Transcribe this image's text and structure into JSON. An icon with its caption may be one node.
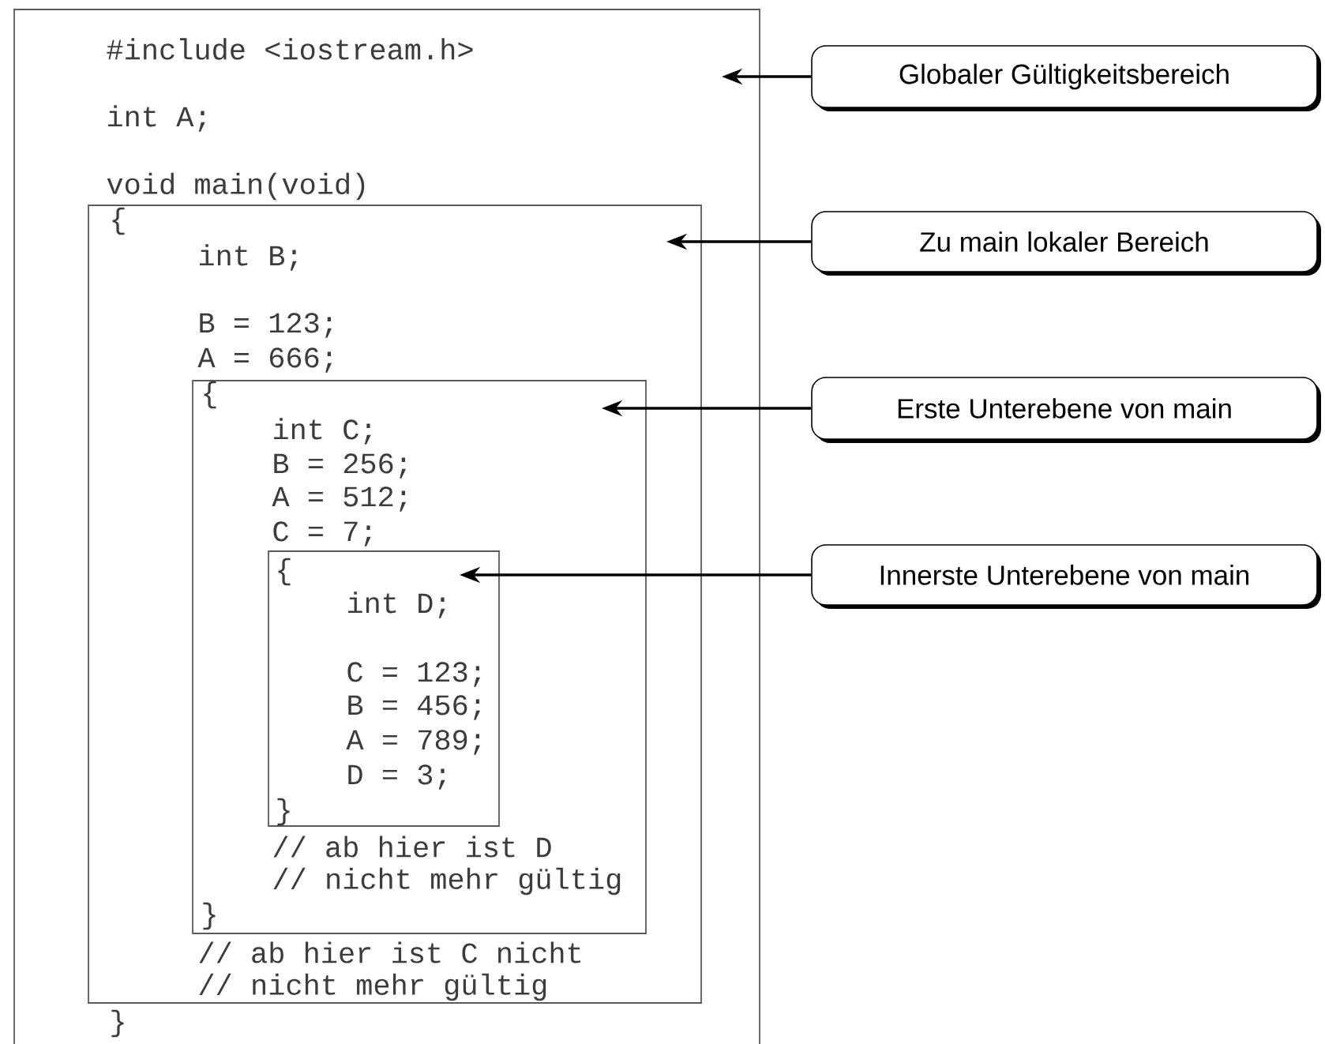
{
  "diagram": {
    "nodes": [
      {
        "text": [
          "#include <iostream.h>",
          "int A;",
          "void main(void)",
          "}"
        ]
      },
      {
        "text": [
          "{",
          "int B;",
          "B = 123;",
          "A = 666;",
          "// ab hier ist C nicht",
          "// nicht mehr gültig"
        ],
        "in": 0
      },
      {
        "text": [
          "{",
          "int C;",
          "B = 256;",
          "A = 512;",
          "C = 7;",
          "// ab hier ist D",
          "// nicht mehr gültig",
          "}"
        ],
        "in": 1
      },
      {
        "text": [
          "{",
          "int D;",
          "C = 123;",
          "B = 456;",
          "A = 789;",
          "D = 3;",
          "}"
        ],
        "in": 2
      },
      {
        "text": [
          "Globaler Gültigkeitsbereich"
        ]
      },
      {
        "text": [
          "Zu main lokaler Bereich"
        ]
      },
      {
        "text": [
          "Erste Unterebene von main"
        ]
      },
      {
        "text": [
          "Innerste Unterebene von main"
        ]
      }
    ],
    "edges": [
      {
        "from": 4,
        "to": 0,
        "arrow": "to"
      },
      {
        "from": 5,
        "to": 1,
        "arrow": "to"
      },
      {
        "from": 6,
        "to": 2,
        "arrow": "to"
      },
      {
        "from": 7,
        "to": 3,
        "arrow": "to"
      }
    ]
  }
}
